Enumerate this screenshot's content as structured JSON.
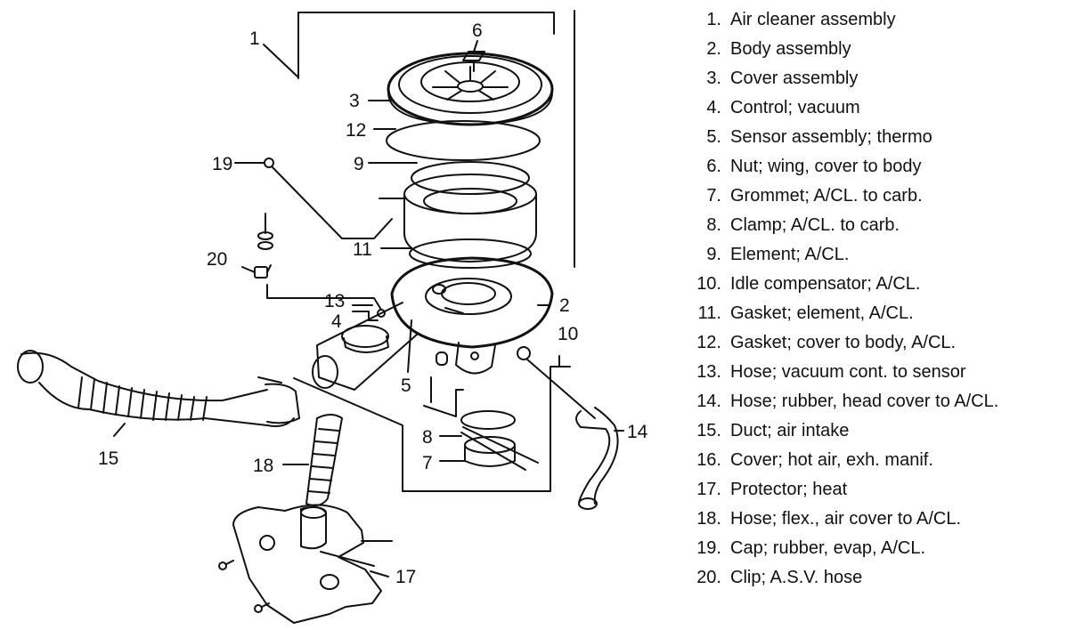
{
  "callouts": {
    "c1": "1",
    "c2": "2",
    "c3": "3",
    "c4": "4",
    "c5": "5",
    "c6": "6",
    "c7": "7",
    "c8": "8",
    "c9": "9",
    "c10": "10",
    "c11": "11",
    "c12": "12",
    "c13": "13",
    "c14": "14",
    "c15": "15",
    "c17": "17",
    "c18": "18",
    "c19": "19",
    "c20": "20"
  },
  "parts": [
    {
      "num": "1.",
      "desc": "Air cleaner assembly"
    },
    {
      "num": "2.",
      "desc": "Body assembly"
    },
    {
      "num": "3.",
      "desc": "Cover assembly"
    },
    {
      "num": "4.",
      "desc": "Control; vacuum"
    },
    {
      "num": "5.",
      "desc": "Sensor assembly; thermo"
    },
    {
      "num": "6.",
      "desc": "Nut; wing, cover to body"
    },
    {
      "num": "7.",
      "desc": "Grommet; A/CL. to carb."
    },
    {
      "num": "8.",
      "desc": "Clamp; A/CL. to carb."
    },
    {
      "num": "9.",
      "desc": "Element; A/CL."
    },
    {
      "num": "10.",
      "desc": "Idle compensator; A/CL."
    },
    {
      "num": "11.",
      "desc": "Gasket; element, A/CL."
    },
    {
      "num": "12.",
      "desc": "Gasket; cover to body, A/CL."
    },
    {
      "num": "13.",
      "desc": "Hose; vacuum cont. to sensor"
    },
    {
      "num": "14.",
      "desc": "Hose; rubber, head cover to A/CL."
    },
    {
      "num": "15.",
      "desc": "Duct; air intake"
    },
    {
      "num": "16.",
      "desc": "Cover; hot air, exh. manif."
    },
    {
      "num": "17.",
      "desc": "Protector; heat"
    },
    {
      "num": "18.",
      "desc": "Hose; flex., air cover to A/CL."
    },
    {
      "num": "19.",
      "desc": "Cap; rubber, evap, A/CL."
    },
    {
      "num": "20.",
      "desc": "Clip; A.S.V. hose"
    }
  ]
}
